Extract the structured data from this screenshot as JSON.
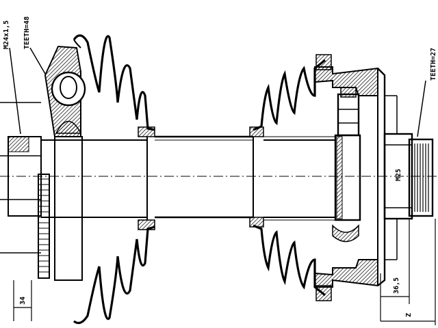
{
  "drawing": {
    "title": "",
    "callouts": {
      "left_a": "M24x1,5",
      "left_b": "TEETH=48",
      "right": "TEETH=27"
    },
    "dimensions": {
      "left_width": "34",
      "right_offset": "36,5",
      "right_total": "Z",
      "thread_mark": "M25"
    },
    "colors": {
      "line": "#000000",
      "hatch": "#000000",
      "background": "#ffffff"
    }
  }
}
